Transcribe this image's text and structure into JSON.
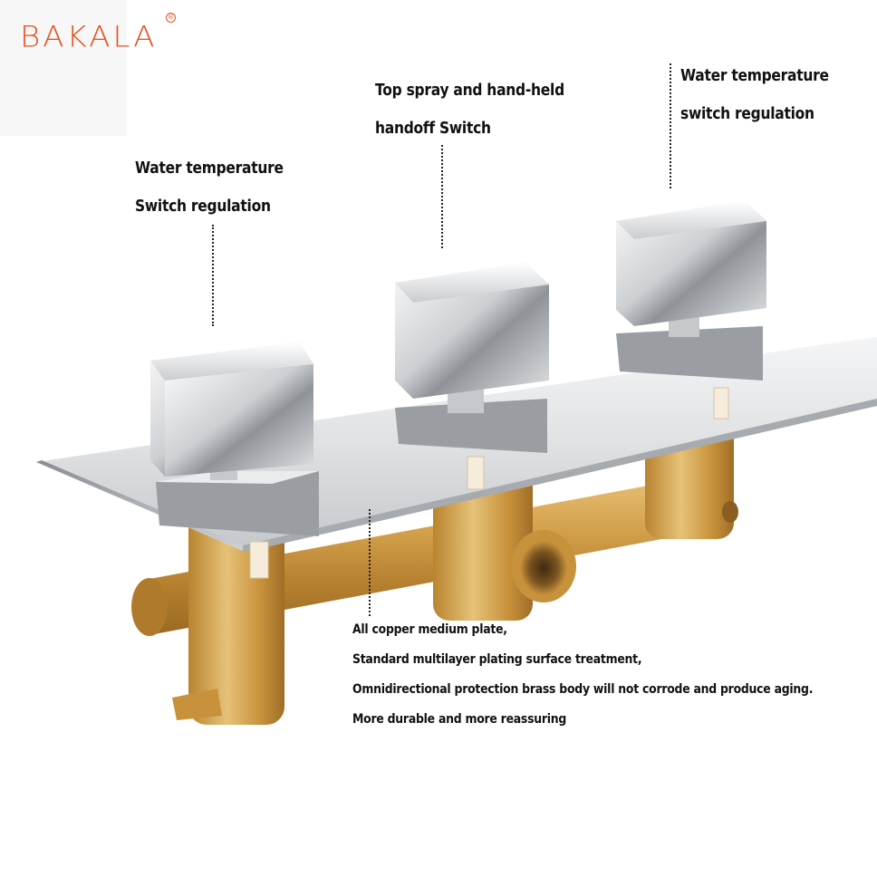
{
  "brand": {
    "logo_text": "BAKALA",
    "registered_mark": "®",
    "color": "#e5521d"
  },
  "labels": {
    "left": {
      "line1": "Water temperature",
      "line2": "Switch regulation"
    },
    "middle": {
      "line1": "Top spray and hand-held",
      "line2": "handoff Switch"
    },
    "right": {
      "line1": "Water temperature",
      "line2": "switch regulation"
    }
  },
  "description": {
    "line1": "All copper medium plate,",
    "line2": "Standard multilayer plating surface treatment,",
    "line3": "Omnidirectional protection brass body will not corrode and produce aging.",
    "line4": "More durable and more reassuring"
  },
  "icons": {
    "handles": "square-chrome-handle-icon",
    "valve": "brass-valve-body-icon"
  },
  "colors": {
    "brass": "#c8963a",
    "chrome": "#d8dadc",
    "text": "#111111"
  }
}
